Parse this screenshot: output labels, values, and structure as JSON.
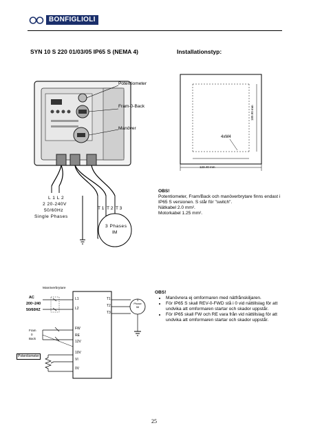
{
  "brand": {
    "name": "BONFIGLIOLI",
    "color": "#1a2f6b"
  },
  "heading": {
    "model": "SYN 10 S 220 01/03/05 IP65 S (NEMA 4)",
    "install": "Installationstyp:"
  },
  "photo_labels": {
    "potentiometer": "Potentiometer",
    "fram_0_back": "Fram-0-Back",
    "manover": "Manöver"
  },
  "mount": {
    "holes": "4xM4",
    "height": "189.90 mm",
    "width": "123.40 mm"
  },
  "supply": {
    "l1": "L 1",
    "l2": "L 2",
    "voltage": "2 20-240V",
    "freq": "50/60Hz",
    "phase": "Single Phases"
  },
  "motor": {
    "t1": "T 1",
    "t2": "T 2",
    "t3": "T 3",
    "phases": "3 Phases",
    "type": "IM"
  },
  "obs1": {
    "title": "OBS!",
    "text": "Potentiometer, Fram/Back och manöverbrytare finns endast i IP65 S versionen. S står för \"switch\".",
    "kabel1": "Nätkabel 2.0 mm².",
    "kabel2": "Motorkabel 1.25 mm²."
  },
  "schematic": {
    "manoverbrytare": "Manöverbrytare",
    "ac": "AC",
    "v": "200~240",
    "hz": "50/60HZ",
    "fram": "Fram",
    "zero": "0",
    "back": "Back",
    "pot": "Potentiometer",
    "l1": "L1",
    "l2": "L2",
    "fw": "FW",
    "re": "RE",
    "v12": "12V",
    "v10": "10V",
    "vi": "VI",
    "v0": "0V",
    "t1": "T1",
    "t2": "T2",
    "t3": "T3",
    "m3": "3",
    "m_phase": "Phase",
    "im": "IM"
  },
  "obs2": {
    "title": "OBS!",
    "items": [
      "Manövrera ej omformaren med nätfrånskiljaren.",
      "För IP65 S skall REV-0-FWD stå i 0 vid nättillslag för att undvika att omformaren startar och skador uppstår.",
      "För IP65 skall FW och RE vara från vid nättillslag för att undvika att omformaren startar och skador uppstår."
    ]
  },
  "page_number": "25"
}
